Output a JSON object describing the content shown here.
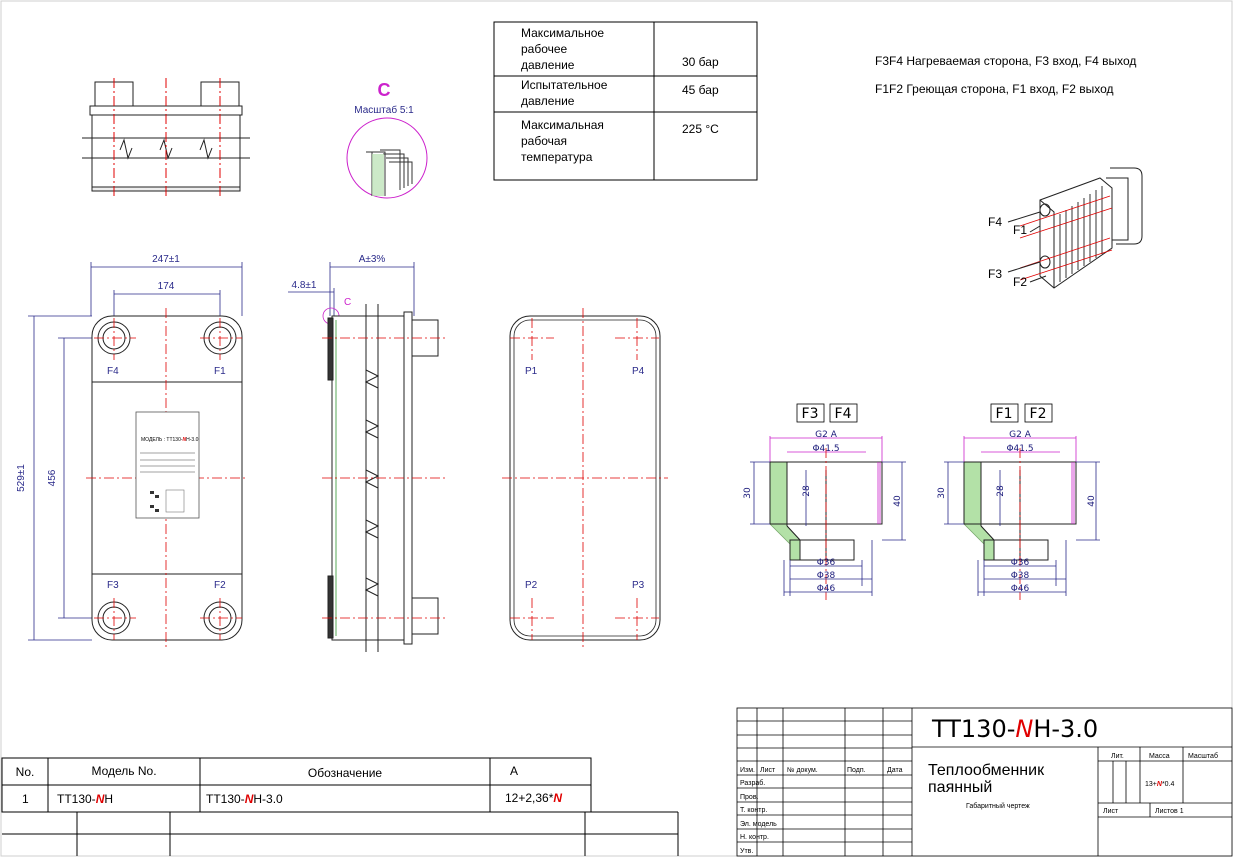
{
  "specs_table": [
    {
      "label": "Максимальное рабочее давление",
      "value": "30 бар"
    },
    {
      "label": "Испытательное давление",
      "value": "45 бар"
    },
    {
      "label": "Максимальная рабочая температура",
      "value": "225 °C"
    }
  ],
  "notes": {
    "line1": "F3F4 Нагреваемая сторона, F3 вход, F4 выход",
    "line2": "F1F2 Греющая сторона, F1 вход, F2 выход"
  },
  "detail": {
    "letter": "C",
    "scale": "Масштаб 5:1",
    "marker": "C"
  },
  "dims": {
    "width_outer": "247±1",
    "width_inner": "174",
    "height_outer": "529±1",
    "height_inner": "456",
    "thickness": "4.8±1",
    "depth": "A±3%"
  },
  "ports_front": {
    "tl": "F4",
    "tr": "F1",
    "bl": "F3",
    "br": "F2"
  },
  "ports_back": {
    "tl": "P1",
    "tr": "P4",
    "bl": "P2",
    "br": "P3"
  },
  "iso_labels": {
    "f4": "F4",
    "f1": "F1",
    "f3": "F3",
    "f2": "F2"
  },
  "nameplate": {
    "model_prefix": "МОДЕЛЬ : TT130-",
    "model_n": "N",
    "model_suffix": "H-3.0"
  },
  "sections": [
    {
      "tags": [
        "F3",
        "F4"
      ],
      "thread": "G2 A",
      "d41": "Φ41.5",
      "h30": "30",
      "h28": "28",
      "h40": "40",
      "d36": "Φ36",
      "d38": "Φ38",
      "d46": "Φ46"
    },
    {
      "tags": [
        "F1",
        "F2"
      ],
      "thread": "G2 A",
      "d41": "Φ41.5",
      "h30": "30",
      "h28": "28",
      "h40": "40",
      "d36": "Φ36",
      "d38": "Φ38",
      "d46": "Φ46"
    }
  ],
  "bom": {
    "headers": [
      "No.",
      "Модель No.",
      "Обозначение",
      "A"
    ],
    "row": {
      "no": "1",
      "model_prefix": "TT130-",
      "model_n": "N",
      "model_suffix": "H",
      "desig_prefix": "TT130-",
      "desig_n": "N",
      "desig_suffix": "H-3.0",
      "a_prefix": "12+2,36*",
      "a_n": "N"
    }
  },
  "title_block": {
    "code_prefix": "TT130-",
    "code_n": "N",
    "code_suffix": "H-3.0",
    "name_line1": "Теплообменник",
    "name_line2": "паянный",
    "subtitle": "Габаритный чертеж",
    "rev_headers": [
      "Изм.",
      "Лист",
      "№ докум.",
      "Подп.",
      "Дата"
    ],
    "roles": [
      "Разраб.",
      "Пров.",
      "Т. контр.",
      "Эл. модель",
      "Н. контр.",
      "Утв."
    ],
    "lit": "Лит.",
    "mass": "Масса",
    "scale": "Масштаб",
    "mass_prefix": "13+",
    "mass_n": "N",
    "mass_suffix": "*0.4",
    "sheet": "Лист",
    "sheets": "Листов 1"
  }
}
